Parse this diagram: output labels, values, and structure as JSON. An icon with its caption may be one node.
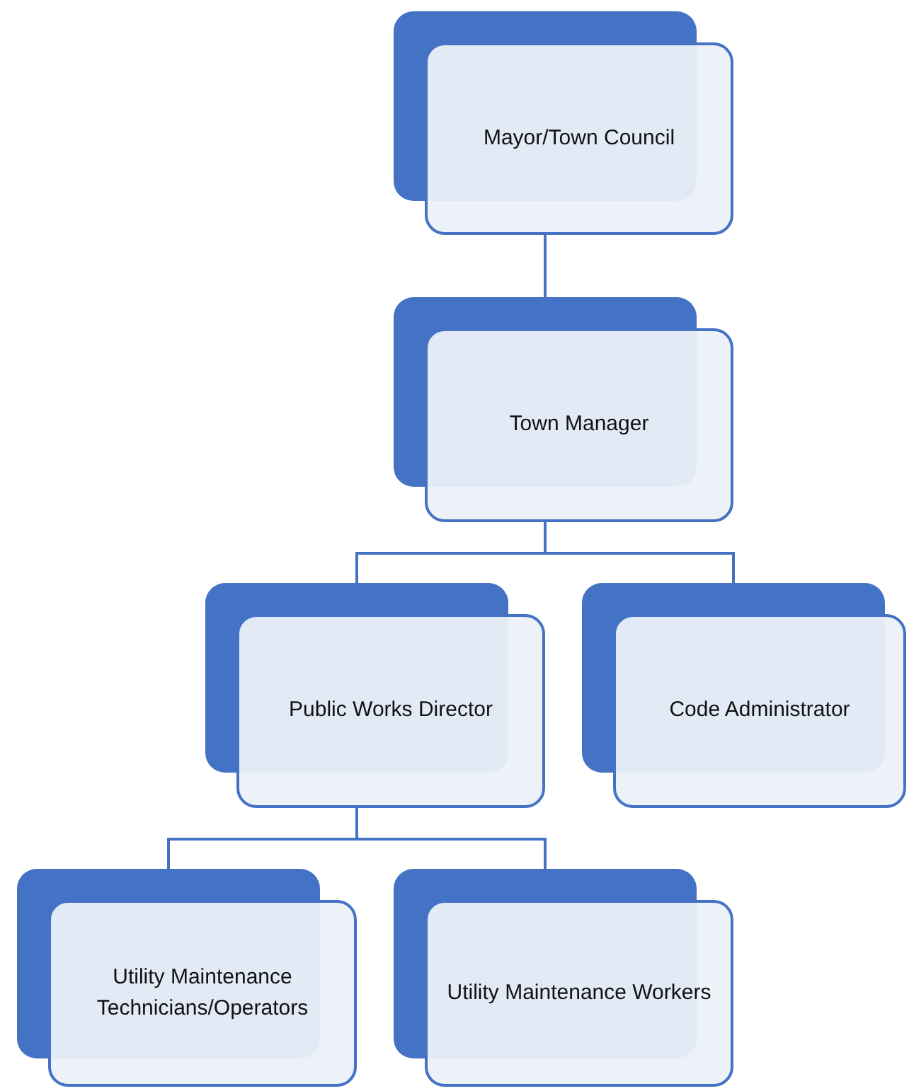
{
  "diagram": {
    "nodes": [
      {
        "text": [
          "Mayor/Town Council"
        ]
      },
      {
        "text": [
          "Town Manager"
        ]
      },
      {
        "text": [
          "Public Works Director"
        ]
      },
      {
        "text": [
          "Code Administrator"
        ]
      },
      {
        "text": [
          "Utility Maintenance Technicians/Operators"
        ]
      },
      {
        "text": [
          "Utility Maintenance Workers"
        ]
      }
    ],
    "edges": [
      {
        "from": 0,
        "to": 1,
        "arrow": "none"
      },
      {
        "from": 1,
        "to": 2,
        "arrow": "none"
      },
      {
        "from": 1,
        "to": 3,
        "arrow": "none"
      },
      {
        "from": 2,
        "to": 4,
        "arrow": "none"
      },
      {
        "from": 2,
        "to": 5,
        "arrow": "none"
      }
    ]
  }
}
